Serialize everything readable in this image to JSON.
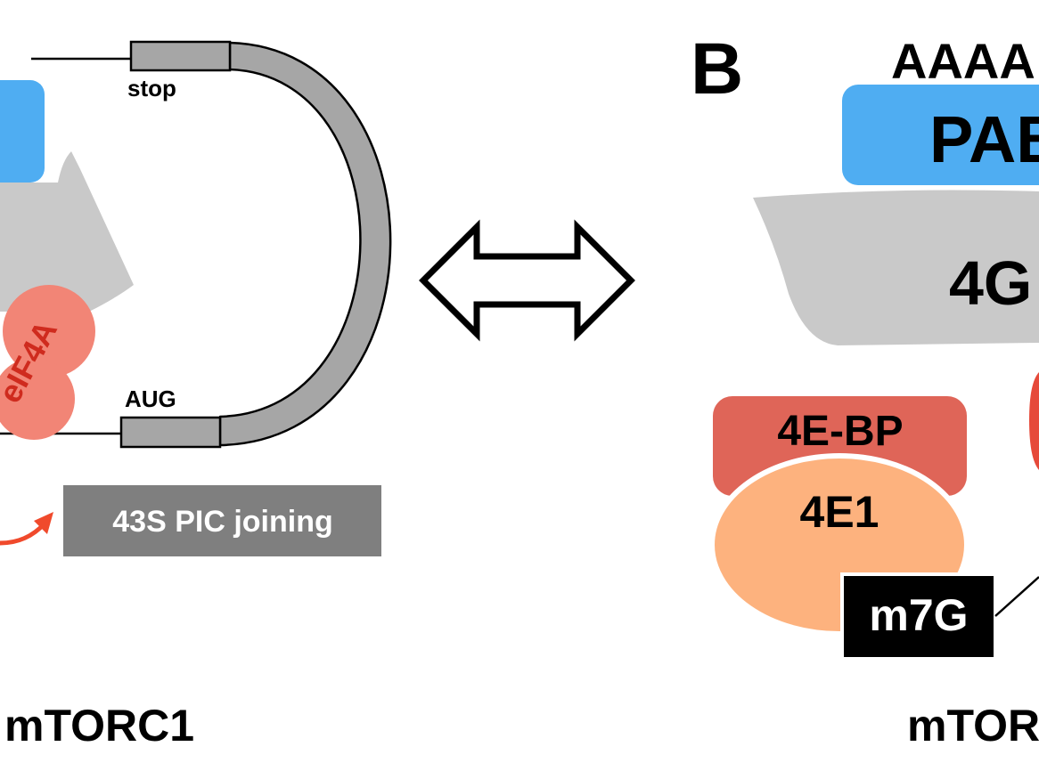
{
  "colors": {
    "pabp_blue": "#4FADF2",
    "eif4g_gray": "#C9C9C9",
    "eif4a_salmon": "#F28576",
    "eif4e_peach": "#FDB27E",
    "bp_red": "#DF6558",
    "mrna_gray": "#A6A6A6",
    "pic_box_gray": "#7F7F7F",
    "cap_black": "#000000",
    "arrow_red": "#F04A2C"
  },
  "panel_a": {
    "stop_label": "stop",
    "aug_label": "AUG",
    "eif4a_label": "eIF4A",
    "pic_label": "43S PIC joining",
    "condition_label": "mTORC1"
  },
  "exchange_arrow": {
    "icon": "double-headed-arrow-icon"
  },
  "panel_b": {
    "panel_letter": "B",
    "polya_label": "AAAA",
    "pabp_label": "PAB",
    "eif4g_label": "4G",
    "bp_label": "4E-BP",
    "eif4e_label": "4E1",
    "cap_label": "m7G",
    "condition_label": "mTOR"
  }
}
